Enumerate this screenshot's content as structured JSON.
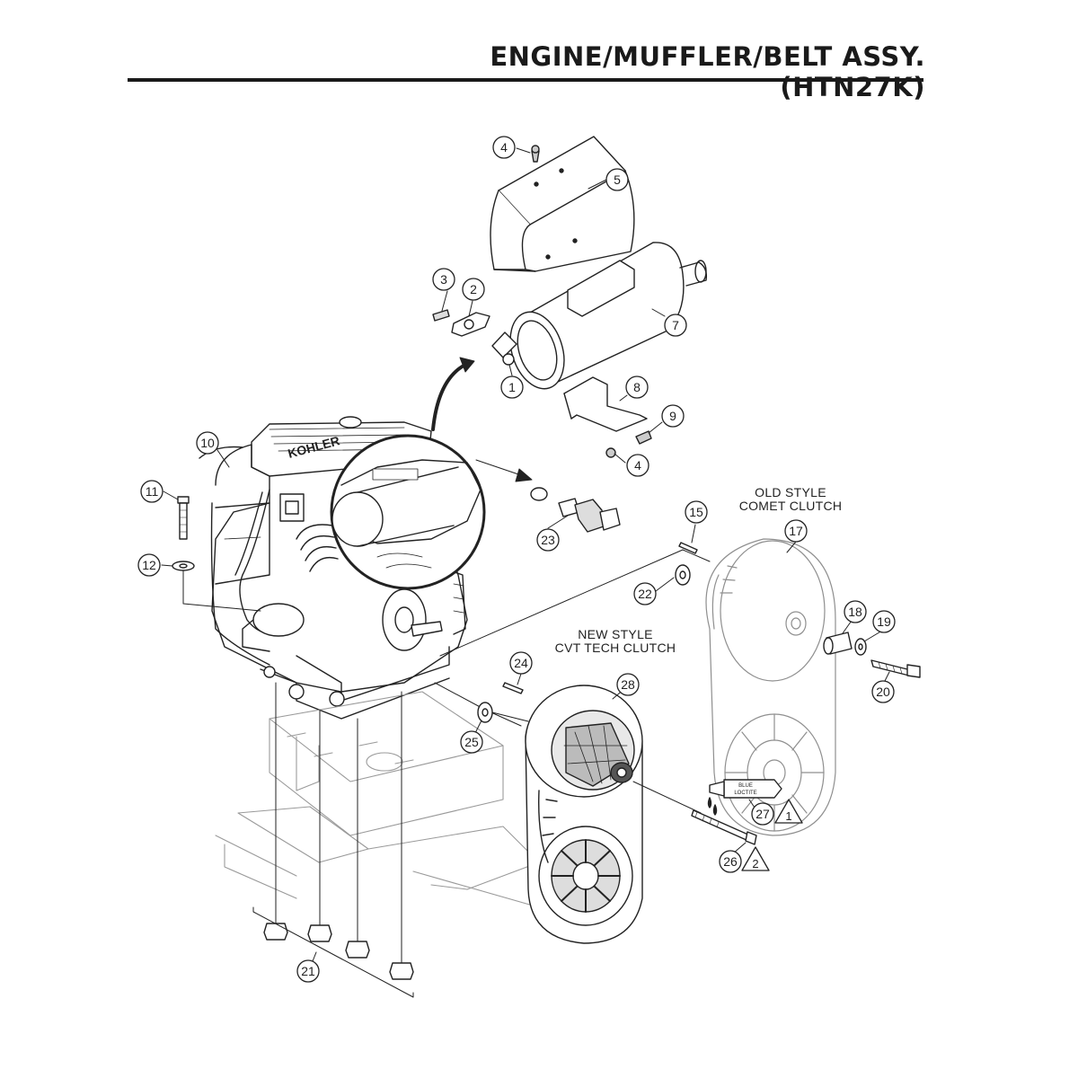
{
  "title": "ENGINE/MUFFLER/BELT ASSY. (HTN27K)",
  "labels": {
    "old_style": [
      "OLD STYLE",
      "COMET CLUTCH"
    ],
    "new_style": [
      "NEW STYLE",
      "CVT TECH CLUTCH"
    ],
    "engine_brand": "KOHLER",
    "loctite": [
      "BLUE",
      "LOCTITE"
    ]
  },
  "part_callouts": [
    "1",
    "2",
    "3",
    "4",
    "4",
    "5",
    "7",
    "8",
    "9",
    "10",
    "11",
    "12",
    "15",
    "17",
    "18",
    "19",
    "20",
    "21",
    "22",
    "23",
    "24",
    "25",
    "26",
    "27",
    "28"
  ],
  "note_triangles": [
    "1",
    "2"
  ]
}
